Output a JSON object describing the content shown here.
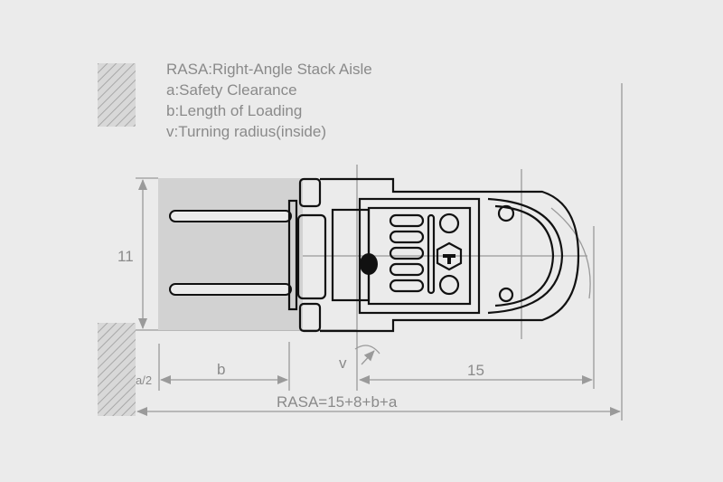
{
  "legend": {
    "lines": [
      "RASA:Right-Angle Stack Aisle",
      "a:Safety Clearance",
      "b:Length of Loading",
      "v:Turning radius(inside)"
    ]
  },
  "dimensions": {
    "load_width": "11",
    "half_clearance": "a/2",
    "load_length": "b",
    "turning_radius": "v",
    "truck_length": "15",
    "aisle_formula": "RASA=15+8+b+a"
  },
  "colors": {
    "background": "#ebebeb",
    "dimension_lines": "#9a9a9a",
    "load": "#d2d2d2",
    "truck_outline": "#111111"
  }
}
